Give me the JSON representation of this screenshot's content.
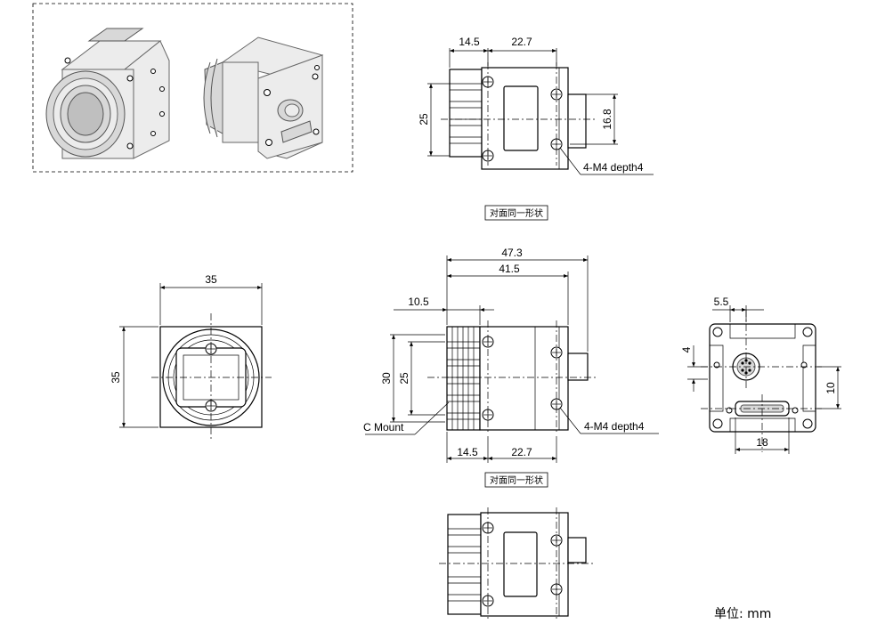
{
  "top_view": {
    "dim_left": "14.5",
    "dim_right": "22.7",
    "dim_height": "25",
    "dim_connector": "16.8",
    "thread_note": "4-M4 depth4",
    "caption": "对面同一形状"
  },
  "front_view": {
    "dim_width": "35",
    "dim_height": "35"
  },
  "side_view": {
    "dim_total": "47.3",
    "dim_body": "41.5",
    "dim_flange": "10.5",
    "dim_height_outer": "30",
    "dim_height_inner": "25",
    "mount_label": "C Mount",
    "thread_note": "4-M4 depth4",
    "dim_left": "14.5",
    "dim_right": "22.7",
    "caption": "对面同一形状"
  },
  "rear_view": {
    "dim_top": "5.5",
    "dim_left": "4",
    "dim_right": "10",
    "dim_bottom": "18"
  },
  "units_label": "单位: mm"
}
